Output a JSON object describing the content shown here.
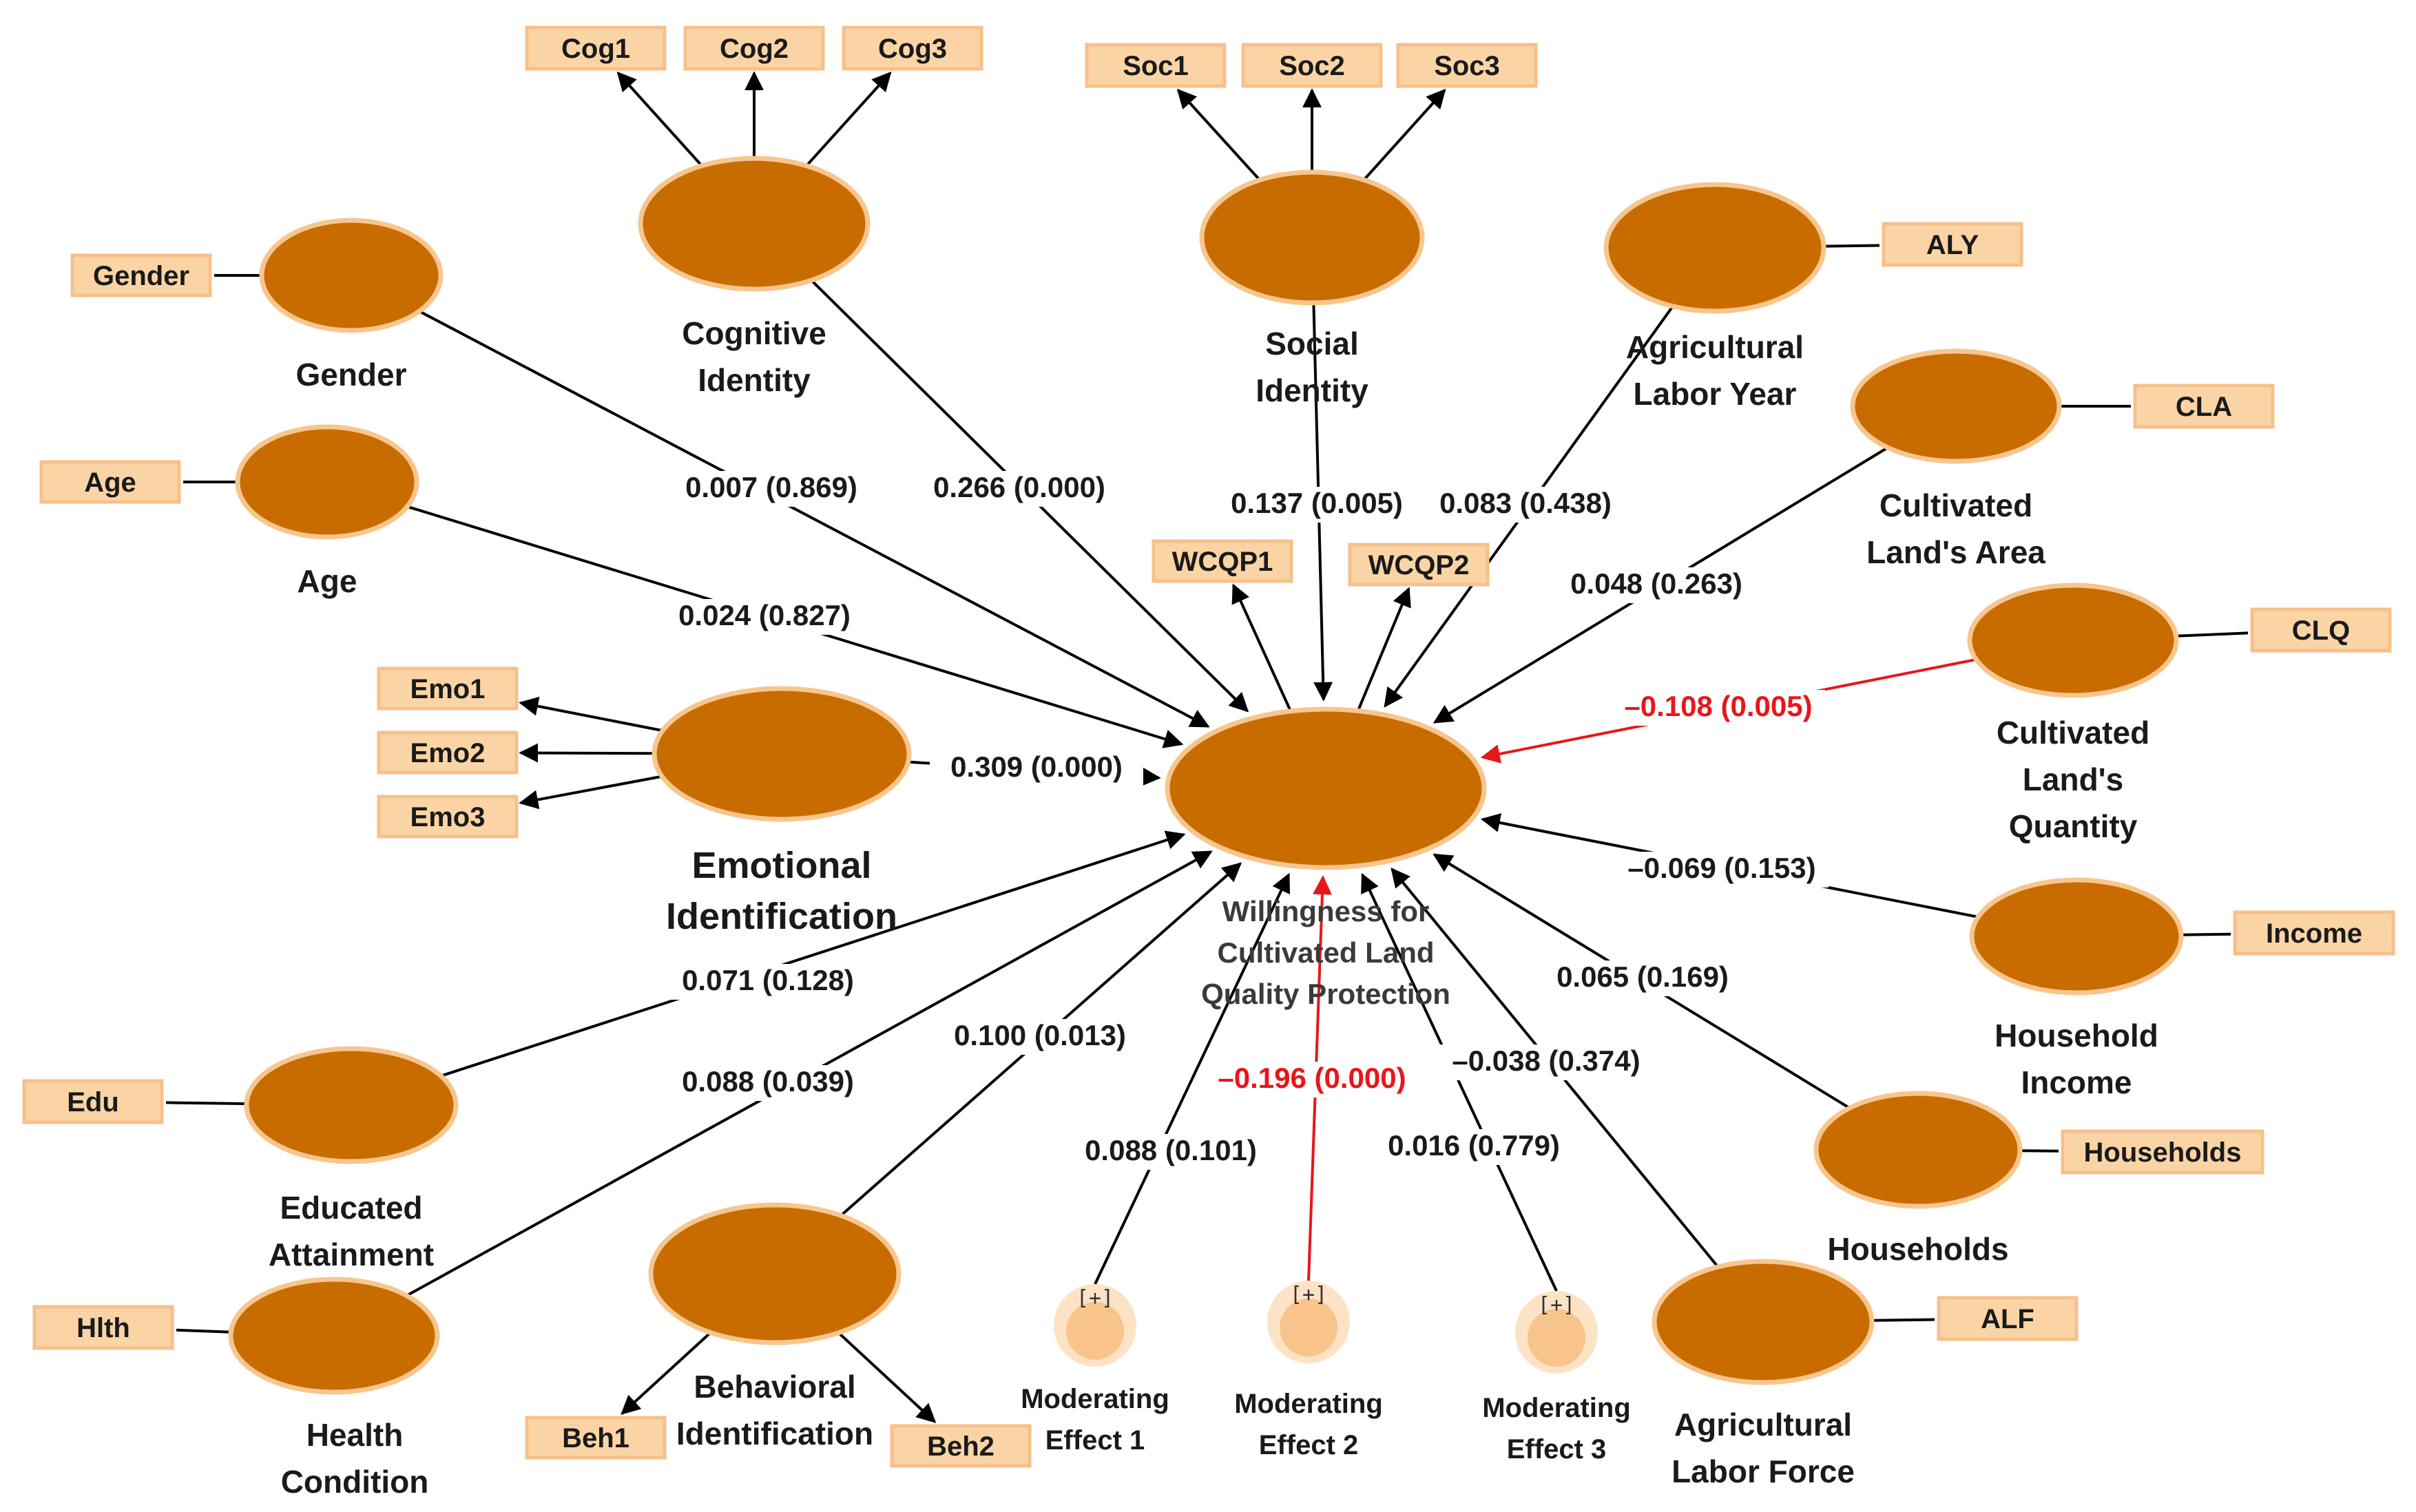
{
  "diagram": {
    "colors": {
      "latent_fill": "#c96c00",
      "latent_stroke": "#f7c68f",
      "indicator_fill": "#fbd4a5",
      "indicator_stroke": "#f7c08a",
      "moderator_fill": "#f9c48b",
      "moderator_halo": "#fde3c6",
      "path": "#000000",
      "negative_path": "#e8161b"
    },
    "center": {
      "title_lines": [
        "Willingness for",
        "Cultivated Land",
        "Quality Protection"
      ],
      "indicators": [
        "WCQP1",
        "WCQP2"
      ]
    },
    "constructs": [
      {
        "id": "gender",
        "title_lines": [
          "Gender"
        ],
        "indicators": [
          "Gender"
        ],
        "coef": "0.007 (0.869)",
        "significant_negative": false
      },
      {
        "id": "cognitive",
        "title_lines": [
          "Cognitive",
          "Identity"
        ],
        "indicators": [
          "Cog1",
          "Cog2",
          "Cog3"
        ],
        "coef": "0.266 (0.000)",
        "significant_negative": false
      },
      {
        "id": "social",
        "title_lines": [
          "Social",
          "Identity"
        ],
        "indicators": [
          "Soc1",
          "Soc2",
          "Soc3"
        ],
        "coef": "0.137 (0.005)",
        "significant_negative": false
      },
      {
        "id": "aly",
        "title_lines": [
          "Agricultural",
          "Labor Year"
        ],
        "indicators": [
          "ALY"
        ],
        "coef": "0.083 (0.438)",
        "significant_negative": false
      },
      {
        "id": "cla",
        "title_lines": [
          "Cultivated",
          "Land's Area"
        ],
        "indicators": [
          "CLA"
        ],
        "coef": "0.048 (0.263)",
        "significant_negative": false
      },
      {
        "id": "clq",
        "title_lines": [
          "Cultivated",
          "Land's",
          "Quantity"
        ],
        "indicators": [
          "CLQ"
        ],
        "coef": "–0.108 (0.005)",
        "significant_negative": true
      },
      {
        "id": "age",
        "title_lines": [
          "Age"
        ],
        "indicators": [
          "Age"
        ],
        "coef": "0.024 (0.827)",
        "significant_negative": false
      },
      {
        "id": "emotional",
        "title_lines": [
          "Emotional",
          "Identification"
        ],
        "indicators": [
          "Emo1",
          "Emo2",
          "Emo3"
        ],
        "coef": "0.309 (0.000)",
        "significant_negative": false
      },
      {
        "id": "income",
        "title_lines": [
          "Household",
          "Income"
        ],
        "indicators": [
          "Income"
        ],
        "coef": "–0.069 (0.153)",
        "significant_negative": false
      },
      {
        "id": "edu",
        "title_lines": [
          "Educated",
          "Attainment"
        ],
        "indicators": [
          "Edu"
        ],
        "coef": "0.071 (0.128)",
        "significant_negative": false
      },
      {
        "id": "households",
        "title_lines": [
          "Households"
        ],
        "indicators": [
          "Households"
        ],
        "coef": "0.065 (0.169)",
        "significant_negative": false
      },
      {
        "id": "health",
        "title_lines": [
          "Health",
          "Condition"
        ],
        "indicators": [
          "Hlth"
        ],
        "coef": "0.088 (0.039)",
        "significant_negative": false
      },
      {
        "id": "behavioral",
        "title_lines": [
          "Behavioral",
          "Identification"
        ],
        "indicators": [
          "Beh1",
          "Beh2"
        ],
        "coef": "0.100 (0.013)",
        "significant_negative": false
      },
      {
        "id": "alf",
        "title_lines": [
          "Agricultural",
          "Labor Force"
        ],
        "indicators": [
          "ALF"
        ],
        "coef": "–0.038 (0.374)",
        "significant_negative": false
      }
    ],
    "moderators": [
      {
        "id": "mod1",
        "title_lines": [
          "Moderating",
          "Effect 1"
        ],
        "symbol": "[+]",
        "coef": "0.088 (0.101)",
        "significant_negative": false
      },
      {
        "id": "mod2",
        "title_lines": [
          "Moderating",
          "Effect 2"
        ],
        "symbol": "[+]",
        "coef": "–0.196 (0.000)",
        "significant_negative": true
      },
      {
        "id": "mod3",
        "title_lines": [
          "Moderating",
          "Effect 3"
        ],
        "symbol": "[+]",
        "coef": "0.016 (0.779)",
        "significant_negative": false
      }
    ]
  }
}
